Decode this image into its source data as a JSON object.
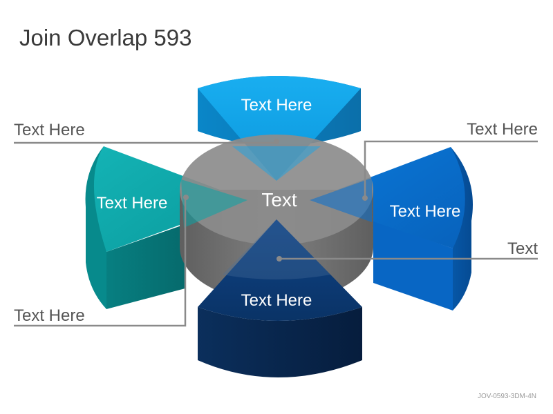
{
  "title": "Join Overlap 593",
  "footer_code": "JOV-0593-3DM-4N",
  "center": {
    "label": "Text"
  },
  "segments": {
    "top": {
      "label": "Text Here",
      "color": "#0ea5ea"
    },
    "left": {
      "label": "Text Here",
      "color": "#0aa4a6"
    },
    "right": {
      "label": "Text Here",
      "color": "#0870d0"
    },
    "bottom": {
      "label": "Text Here",
      "color": "#0b3a72"
    }
  },
  "callouts": {
    "top_left": "Text Here",
    "bottom_left": "Text Here",
    "top_right": "Text Here",
    "bottom_right": "Text"
  },
  "colors": {
    "cylinder_top": "#8a8a8a",
    "cylinder_side": "#6f6f6f",
    "callout_line": "#8a8a8a",
    "text_dark": "#3a3a3a"
  }
}
